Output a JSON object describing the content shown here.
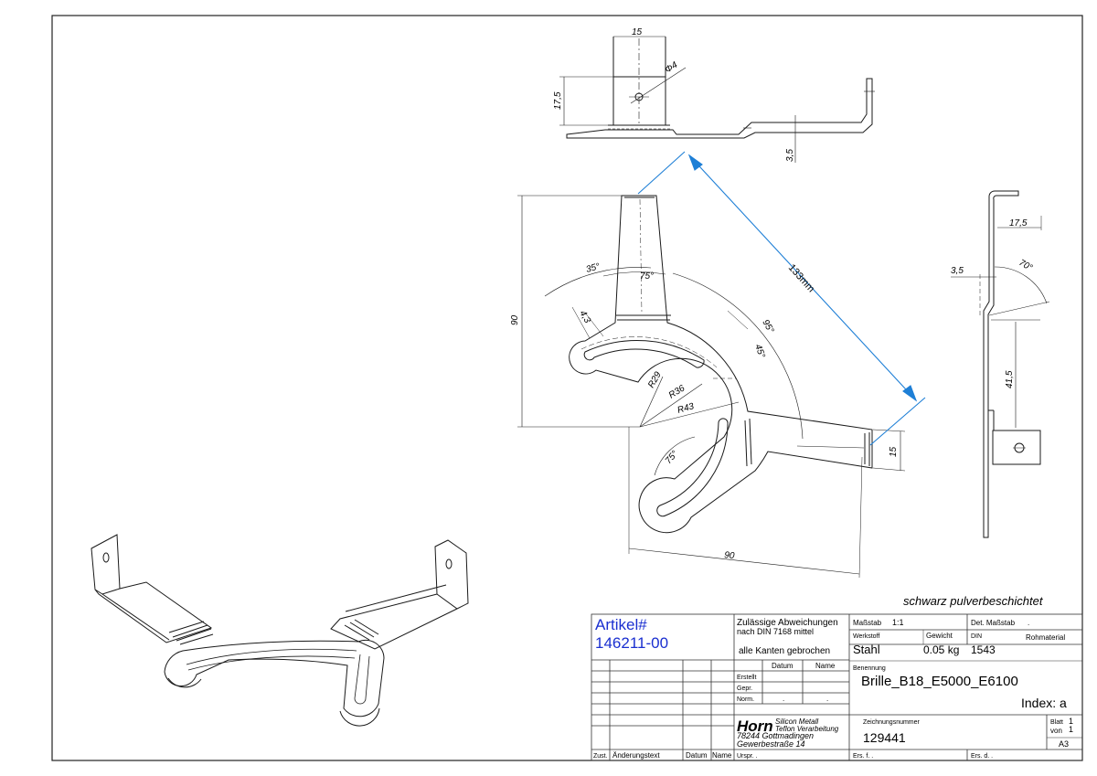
{
  "dimensions": {
    "top_width": "15",
    "top_hole": "Φ4",
    "top_height": "17,5",
    "top_thickness": "3,5",
    "main_height": "90",
    "main_width": "90",
    "diagonal": "133mm",
    "angle_35": "35°",
    "angle_75_top": "75°",
    "slot_width": "4,3",
    "angle_95": "95°",
    "angle_45": "45°",
    "r29": "R29",
    "r36": "R36",
    "r43": "R43",
    "angle_75_bottom": "75°",
    "tab_width": "15",
    "side_17_5": "17,5",
    "side_70": "70°",
    "side_3_5": "3,5",
    "side_41_5": "41,5"
  },
  "finish_note": "schwarz pulverbeschichtet",
  "title_block": {
    "artikel_label": "Artikel#",
    "artikel_value": "146211-00",
    "tolerance_line1": "Zulässige Abweichungen",
    "tolerance_line2": "nach DIN 7168 mittel",
    "edges_note": "alle Kanten gebrochen",
    "datum_header": "Datum",
    "name_header": "Name",
    "erstellt": "Erstellt",
    "gepr": "Gepr.",
    "norm": "Norm.",
    "norm_dot1": ".",
    "norm_dot2": ".",
    "company_name": "Horn",
    "company_line1": "Silicon Metall",
    "company_line2": "Teflon Verarbeitung",
    "company_city": "78244 Gottmadingen",
    "company_street": "Gewerbestraße 14",
    "massstab_label": "Maßstab",
    "massstab_value": "1:1",
    "det_massstab_label": "Det. Maßstab",
    "det_massstab_value": ".",
    "werkstoff_label": "Werkstoff",
    "werkstoff_value": "Stahl",
    "gewicht_label": "Gewicht",
    "gewicht_value": "0.05 kg",
    "din_label": "DIN",
    "din_value": "1543",
    "rohmaterial_label": "Rohmaterial",
    "benennung_label": "Benennung",
    "benennung_value": "Brille_B18_E5000_E6100",
    "index_value": "Index: a",
    "zeichnungsnummer_label": "Zeichnungsnummer",
    "zeichnungsnummer_value": "129441",
    "blatt_label": "Blatt",
    "blatt_value": "1",
    "von_label": "von",
    "von_value": "1",
    "format": "A3",
    "zust": "Zust.",
    "aenderungstext": "Änderungstext",
    "datum_footer": "Datum",
    "name_footer": "Name",
    "urspr": "Urspr.  .",
    "ers_f": "Ers. f.  .",
    "ers_d": "Ers. d.  ."
  },
  "colors": {
    "line": "#1a1a1a",
    "dimension_arrow": "#1e7fd6",
    "article_text": "#1a2fd0"
  }
}
